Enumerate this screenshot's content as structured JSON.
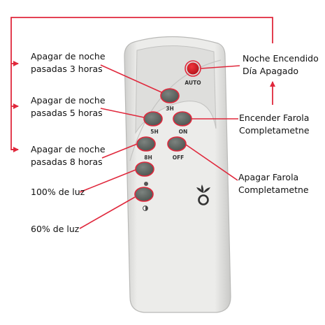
{
  "colors": {
    "callout_line": "#e0283c",
    "remote_body": "#e8e8e6",
    "remote_face": "#f1f1ef",
    "button_gray": "#5e6561",
    "button_red": "#d81e26",
    "highlight_ring": "#e0283c"
  },
  "remote": {
    "buttons": [
      {
        "id": "auto",
        "caption": "AUTO"
      },
      {
        "id": "3h",
        "caption": "3H"
      },
      {
        "id": "5h",
        "caption": "5H"
      },
      {
        "id": "on",
        "caption": "ON"
      },
      {
        "id": "8h",
        "caption": "8H"
      },
      {
        "id": "off",
        "caption": "OFF"
      },
      {
        "id": "light100",
        "caption": ""
      },
      {
        "id": "light60",
        "caption": ""
      }
    ],
    "logo_icon": "flame-logo-icon"
  },
  "labels": {
    "off_3h": [
      "Apagar de noche",
      "pasadas 3 horas"
    ],
    "off_5h": [
      "Apagar de noche",
      "pasadas 5 horas"
    ],
    "off_8h": [
      "Apagar de noche",
      "pasadas 8 horas"
    ],
    "light_100": "100% de luz",
    "light_60": "60% de luz",
    "auto": [
      "Noche Encendido",
      "Día Apagado"
    ],
    "on": [
      "Encender Farola",
      "Completametne"
    ],
    "off": [
      "Apagar Farola",
      "Completametne"
    ]
  }
}
